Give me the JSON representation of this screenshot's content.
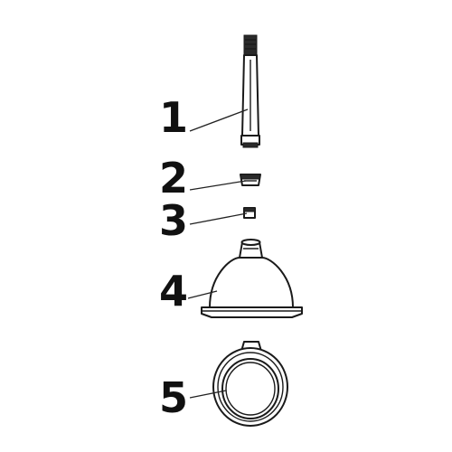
{
  "diagram": {
    "callouts": [
      {
        "part": "stem",
        "label": "1"
      },
      {
        "part": "upper-bushing",
        "label": "2"
      },
      {
        "part": "nut",
        "label": "3"
      },
      {
        "part": "dome-cover",
        "label": "4"
      },
      {
        "part": "base-ring",
        "label": "5"
      }
    ]
  },
  "colors": {
    "line": "#1a1a1a",
    "fill": "#ffffff"
  }
}
